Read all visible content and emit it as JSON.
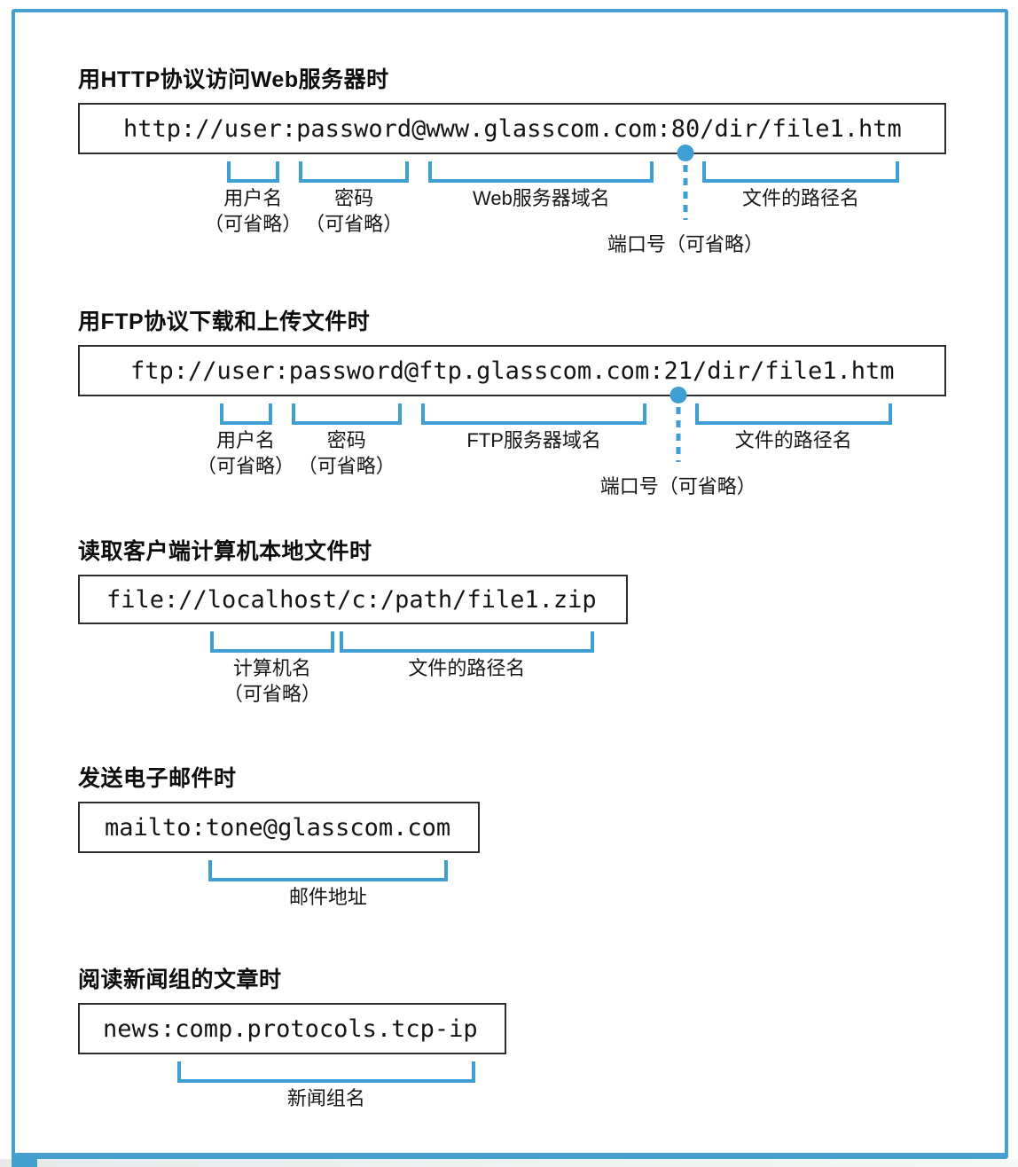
{
  "colors": {
    "accent_blue": "#3F9FD4",
    "frame_blue": "#45A0CF",
    "box_border": "#2E2E2E",
    "bottom_strip_gray": "#EAEDED"
  },
  "sections": [
    {
      "title": "用HTTP协议访问Web服务器时",
      "url": "http://user:password@www.glasscom.com:80/dir/file1.htm",
      "brackets": [
        {
          "start": 7,
          "len": 4,
          "lines": [
            "用户名",
            "（可省略）"
          ]
        },
        {
          "start": 12,
          "len": 8,
          "lines": [
            "密码",
            "（可省略）"
          ]
        },
        {
          "start": 21,
          "len": 16,
          "lines": [
            "Web服务器域名"
          ]
        },
        {
          "start": 40,
          "len": 14,
          "lines": [
            "文件的路径名"
          ]
        }
      ],
      "port": {
        "char": 39,
        "label": "端口号（可省略）"
      }
    },
    {
      "title": "用FTP协议下载和上传文件时",
      "url": "ftp://user:password@ftp.glasscom.com:21/dir/file1.htm",
      "brackets": [
        {
          "start": 6,
          "len": 4,
          "lines": [
            "用户名",
            "（可省略）"
          ]
        },
        {
          "start": 11,
          "len": 8,
          "lines": [
            "密码",
            "（可省略）"
          ]
        },
        {
          "start": 20,
          "len": 16,
          "lines": [
            "FTP服务器域名"
          ]
        },
        {
          "start": 39,
          "len": 14,
          "lines": [
            "文件的路径名"
          ]
        }
      ],
      "port": {
        "char": 38,
        "label": "端口号（可省略）"
      }
    },
    {
      "title": "读取客户端计算机本地文件时",
      "url": "file://localhost/c:/path/file1.zip",
      "brackets": [
        {
          "start": 7,
          "len": 9,
          "lines": [
            "计算机名",
            "（可省略）"
          ]
        },
        {
          "start": 16,
          "len": 18,
          "lines": [
            "文件的路径名"
          ]
        }
      ]
    },
    {
      "title": "发送电子邮件时",
      "url": "mailto:tone@glasscom.com",
      "brackets": [
        {
          "start": 7,
          "len": 17,
          "lines": [
            "邮件地址"
          ]
        }
      ]
    },
    {
      "title": "阅读新闻组的文章时",
      "url": "news:comp.protocols.tcp-ip",
      "brackets": [
        {
          "start": 5,
          "len": 21,
          "lines": [
            "新闻组名"
          ]
        }
      ]
    }
  ]
}
